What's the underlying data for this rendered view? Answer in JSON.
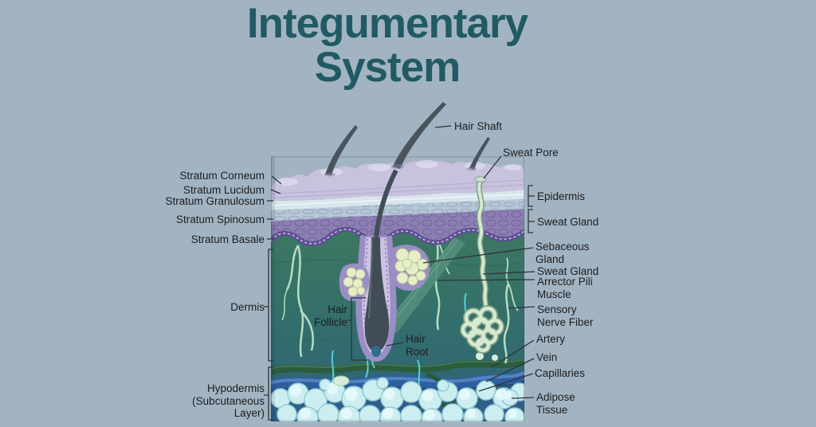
{
  "title": {
    "line1": "Integumentary",
    "line2": "System"
  },
  "labels": {
    "stratum_corneum": "Stratum Corneum",
    "stratum_lucidum": "Stratum Lucidum",
    "stratum_granulosum": "Stratum Granulosum",
    "stratum_spinosum": "Stratum Spinosum",
    "stratum_basale": "Stratum Basale",
    "dermis": "Dermis",
    "hypodermis": "Hypodermis\n(Subcutaneous\nLayer)",
    "hair_shaft": "Hair Shaft",
    "sweat_pore": "Sweat Pore",
    "epidermis": "Epidermis",
    "sweat_gland_upper": "Sweat Gland",
    "sebaceous_gland": "Sebaceous\nGland",
    "sweat_gland_lower": "Sweat Gland",
    "arrector_pili_muscle": "Arrector Pili\nMuscle",
    "sensory_nerve_fiber": "Sensory\nNerve Fiber",
    "artery": "Artery",
    "vein": "Vein",
    "capillaries": "Capillaries",
    "adipose_tissue": "Adipose\nTissue",
    "hair_follicle": "Hair\nFollicle",
    "hair_root": "Hair\nRoot"
  },
  "colors": {
    "background": "#a2b4c1",
    "title_text": "#215a64",
    "label_text": "#1c1d20",
    "leader_line": "#2e3338",
    "stratum_corneum": "#c8c2de",
    "stratum_lucidum": "#d9e5ec",
    "stratum_granulosum": "#b6c7d7",
    "stratum_spinosum": "#8e7fb3",
    "stratum_basale": "#5d4f93",
    "dermis_green": "#3e7a5e",
    "dermis_teal": "#2d6376",
    "hair": "#49545c",
    "follicle_sheath": "#9b8dc5",
    "sebaceous": "#e6eec8",
    "sweat_gland_tube": "#d6e8cf",
    "arrector_muscle": "#538d7c",
    "nerve": "#b7ddc1",
    "capillary": "#57d0da",
    "artery_band": "#2b5c3b",
    "vein_band": "#2d5f9f",
    "hypodermis_bg": "#2f5f89",
    "adipose": "#cdeef0"
  }
}
